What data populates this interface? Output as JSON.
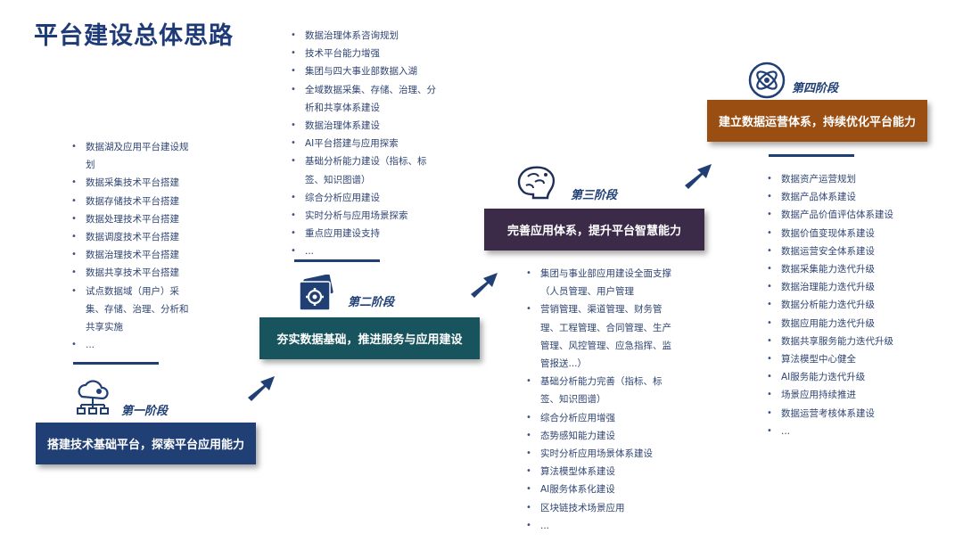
{
  "title": "平台建设总体思路",
  "stage1": {
    "label": "第一阶段",
    "box": "搭建技术基础平台，探索平台应用能力",
    "items": [
      "数据湖及应用平台建设规划",
      "数据采集技术平台搭建",
      "数据存储技术平台搭建",
      "数据处理技术平台搭建",
      "数据调度技术平台搭建",
      "数据治理技术平台搭建",
      "数据共享技术平台搭建",
      "试点数据域（用户）采集、存储、治理、分析和共享实施",
      "..."
    ]
  },
  "stage2": {
    "label": "第二阶段",
    "box": "夯实数据基础，推进服务与应用建设",
    "items": [
      "数据治理体系咨询规划",
      "技术平台能力增强",
      "集团与四大事业部数据入湖",
      "全域数据采集、存储、治理、分析和共享体系建设",
      "数据治理体系建设",
      "AI平台搭建与应用探索",
      "基础分析能力建设（指标、标签、知识图谱）",
      "综合分析应用建设",
      "实时分析与应用场景探索",
      "重点应用建设支持",
      "..."
    ]
  },
  "stage3": {
    "label": "第三阶段",
    "box": "完善应用体系，提升平台智慧能力",
    "items": [
      "集团与事业部应用建设全面支撑（人员管理、用户管理",
      "营销管理、渠道管理、财务管理、工程管理、合同管理、生产管理、风控管理、应急指挥、监管报送...）",
      "基础分析能力完善（指标、标签、知识图谱）",
      "综合分析应用增强",
      "态势感知能力建设",
      "实时分析应用场景体系建设",
      "算法模型体系建设",
      "AI服务体系化建设",
      "区块链技术场景应用",
      "..."
    ]
  },
  "stage4": {
    "label": "第四阶段",
    "box": "建立数据运营体系，持续优化平台能力",
    "items": [
      "数据资产运营规划",
      "数据产品体系建设",
      "数据产品价值评估体系建设",
      "数据价值变现体系建设",
      "数据运营安全体系建设",
      "数据采集能力迭代升级",
      "数据治理能力迭代升级",
      "数据分析能力迭代升级",
      "数据应用能力迭代升级",
      "数据共享服务能力迭代升级",
      "算法模型中心健全",
      "AI服务能力迭代升级",
      "场景应用持续推进",
      "数据运营考核体系建设",
      "..."
    ]
  },
  "colors": {
    "stage1": "#1f3f75",
    "stage2": "#17545e",
    "stage3": "#3b2b48",
    "stage4": "#9a4e12",
    "accent": "#1f3f75"
  }
}
